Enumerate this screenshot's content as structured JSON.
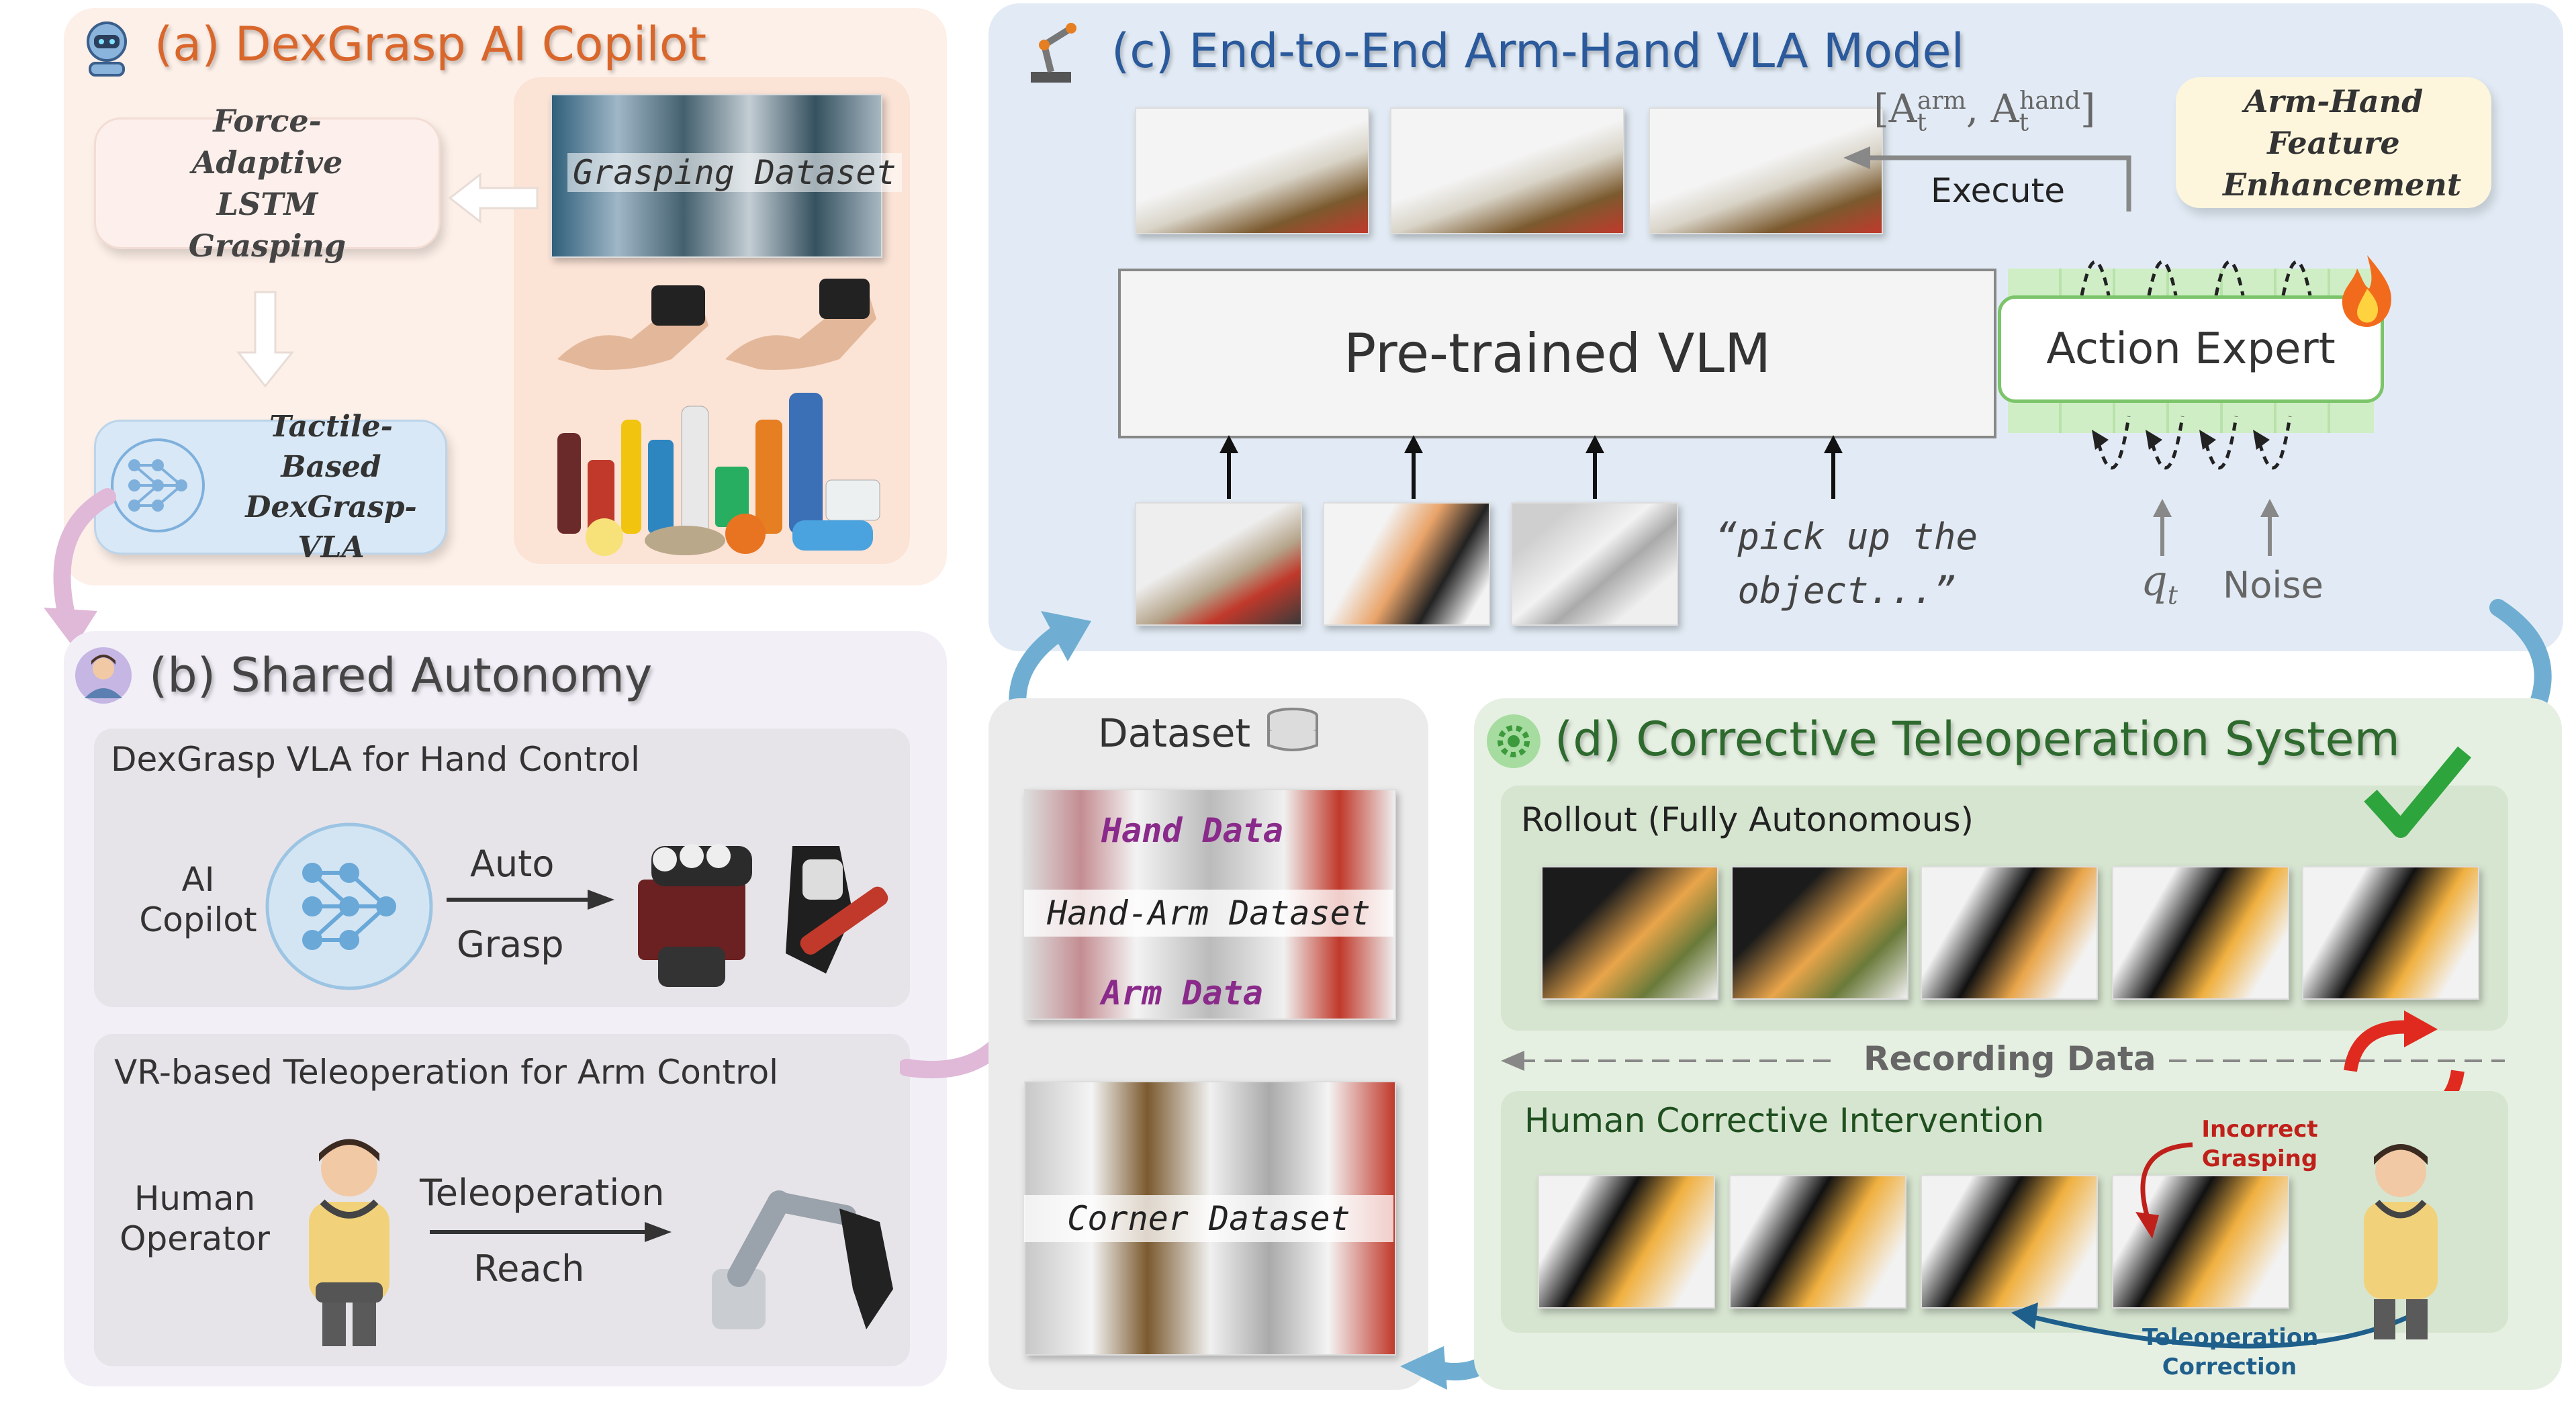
{
  "panel_a": {
    "title": "(a) DexGrasp AI Copilot",
    "lstm_box": "Force-Adaptive LSTM Grasping",
    "vla_box": "Tactile-Based DexGrasp-VLA",
    "dataset_label": "Grasping Dataset",
    "title_color": "#d9662b"
  },
  "panel_b": {
    "title": "(b) Shared Autonomy",
    "hand_section": "DexGrasp VLA for Hand Control",
    "ai_copilot": "AI Copilot",
    "auto": "Auto",
    "grasp": "Grasp",
    "arm_section": "VR-based Teleoperation for Arm Control",
    "human_operator": "Human Operator",
    "teleoperation": "Teleoperation",
    "reach": "Reach"
  },
  "panel_c": {
    "title": "(c) End-to-End  Arm-Hand VLA Model",
    "vlm": "Pre-trained VLM",
    "action_expert": "Action Expert",
    "feature_box": "Arm-Hand Feature Enhancement",
    "execute": "Execute",
    "action_formula": "[A",
    "formula_arm": "arm",
    "formula_hand": "hand",
    "formula_t": "t",
    "instruction": "“pick up the object...”",
    "q_label": "q",
    "q_sub": "t",
    "noise": "Noise",
    "title_color": "#2b5a9c"
  },
  "dataset_panel": {
    "title": "Dataset",
    "hand_data": "Hand Data",
    "hand_arm": "Hand-Arm Dataset",
    "arm_data": "Arm Data",
    "corner": "Corner Dataset"
  },
  "panel_d": {
    "title": "(d) Corrective Teleoperation System",
    "rollout": "Rollout (Fully Autonomous)",
    "recording": "Recording Data",
    "intervention": "Human Corrective Intervention",
    "incorrect": "Incorrect Grasping",
    "teleop_correction": "Teleoperation Correction",
    "title_color": "#2e6a2e"
  }
}
